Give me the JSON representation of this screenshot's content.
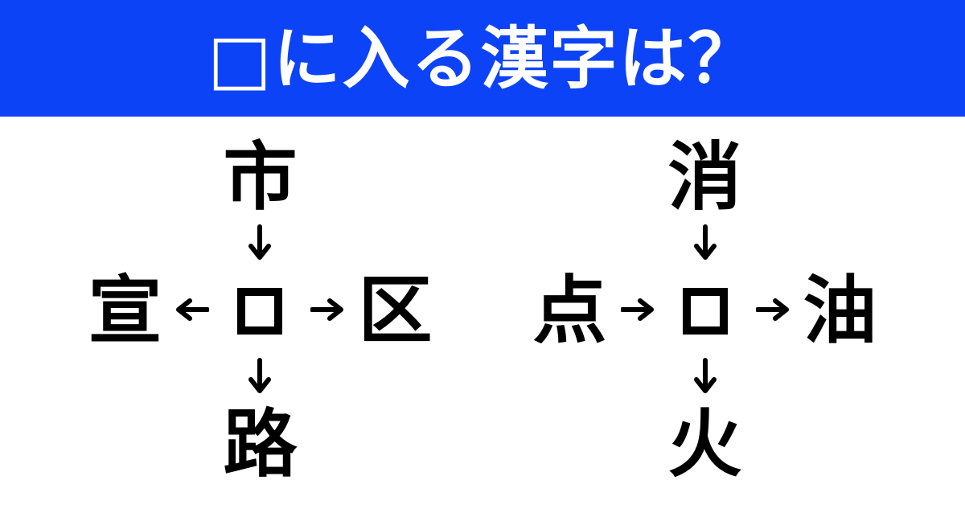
{
  "banner": {
    "title": "□に入る漢字は？"
  },
  "colors": {
    "banner_bg": "#0d43f7",
    "banner_text": "#ffffff",
    "page_bg": "#ffffff",
    "ink": "#000000"
  },
  "icons": {
    "arrow_down": "↓",
    "arrow_left": "←",
    "arrow_right": "→",
    "answer_box": "□"
  },
  "puzzles": [
    {
      "top": "市",
      "left": "宣",
      "right": "区",
      "bottom": "路",
      "arrows": {
        "top": "down",
        "left": "left",
        "right": "right",
        "bottom": "down"
      }
    },
    {
      "top": "消",
      "left": "点",
      "right": "油",
      "bottom": "火",
      "arrows": {
        "top": "down",
        "left": "right",
        "right": "right",
        "bottom": "down"
      }
    }
  ]
}
